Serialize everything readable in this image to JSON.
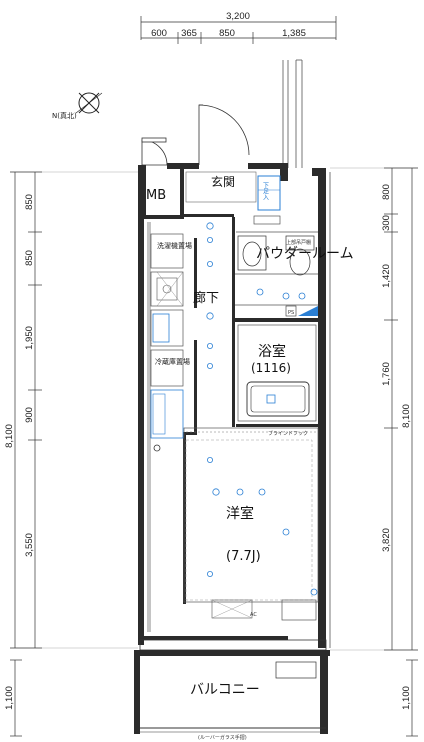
{
  "top_dims": {
    "total": "3,200",
    "segments": [
      "600",
      "365",
      "850",
      "1,385"
    ]
  },
  "left_dims": {
    "total": "8,100",
    "segments": [
      "850",
      "850",
      "1,950",
      "900",
      "3,550"
    ],
    "balcony": "1,100"
  },
  "right_dims": {
    "total": "8,100",
    "segments": [
      "800",
      "300",
      "1,420",
      "1,760",
      "3,820"
    ],
    "balcony": "1,100"
  },
  "compass": {
    "label": "N(真北)"
  },
  "rooms": {
    "entrance": "玄関",
    "mb": "MB",
    "shoe": "下足入",
    "powder": "パウダールーム",
    "hallway": "廊下",
    "bath": "浴室",
    "bath_size": "(1116)",
    "western": "洋室",
    "western_size": "(7.7J)",
    "balcony": "バルコニー"
  },
  "labels": {
    "washer": "洗濯機置場",
    "fridge": "冷蔵庫置場",
    "blind": "ブラインドフック",
    "ac": "AC",
    "ps": "PS",
    "upper_shelf": "上部吊戸棚",
    "bottom_note": "(ルーバーガラス手摺)"
  },
  "colors": {
    "wall": "#2b2b2b",
    "accent": "#2a7fd4",
    "light_line": "#9a9a9a"
  }
}
